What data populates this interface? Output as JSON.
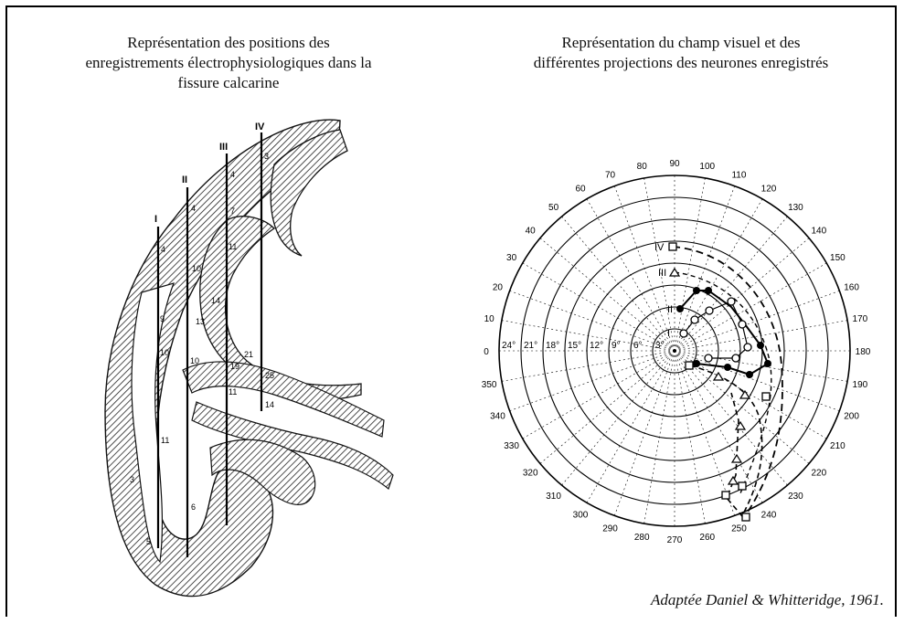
{
  "left_panel": {
    "title_lines": [
      "Représentation des positions des",
      "enregistrements électrophysiologiques dans la",
      "fissure calcarine"
    ],
    "track_labels": [
      "I",
      "II",
      "III",
      "IV"
    ],
    "site_labels": [
      "4",
      "4",
      "4",
      "3",
      "7",
      "10",
      "11",
      "14",
      "13",
      "9",
      "10",
      "10",
      "21",
      "19",
      "25",
      "11",
      "14",
      "11",
      "3",
      "6",
      "5"
    ]
  },
  "right_panel": {
    "title_lines": [
      "Représentation du champ visuel et des",
      "différentes projections des neurones enregistrés"
    ],
    "eccentricity_labels": [
      "24°",
      "21°",
      "18°",
      "15°",
      "12°",
      "9°",
      "6°",
      "3°"
    ],
    "angle_labels": [
      "0",
      "10",
      "20",
      "30",
      "40",
      "50",
      "60",
      "70",
      "80",
      "90",
      "100",
      "110",
      "120",
      "130",
      "140",
      "150",
      "160",
      "170",
      "180",
      "190",
      "200",
      "210",
      "220",
      "230",
      "240",
      "250",
      "260",
      "270",
      "280",
      "290",
      "300",
      "310",
      "320",
      "330",
      "340",
      "350"
    ],
    "series": [
      {
        "name": "I",
        "marker": "open-circle"
      },
      {
        "name": "II",
        "marker": "filled-circle"
      },
      {
        "name": "III",
        "marker": "open-triangle"
      },
      {
        "name": "IV",
        "marker": "open-square"
      }
    ]
  },
  "credit": "Adaptée Daniel & Whitteridge, 1961."
}
